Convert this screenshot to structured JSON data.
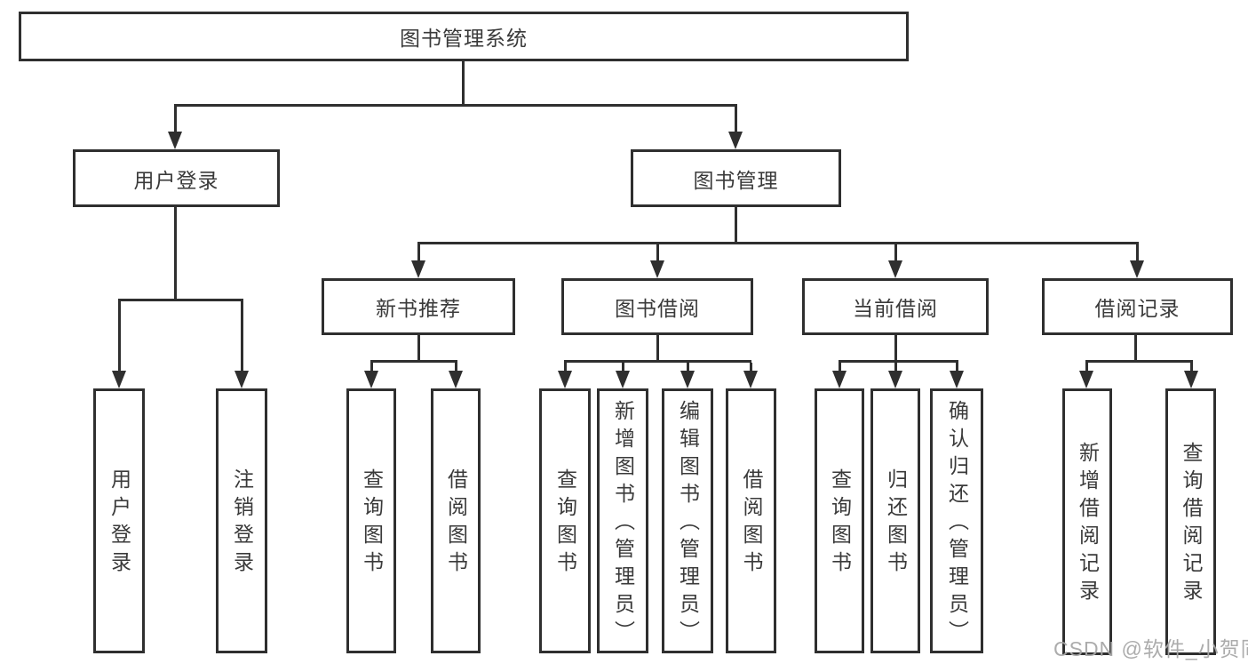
{
  "tree": {
    "label": "图书管理系统",
    "children": [
      {
        "label": "用户登录",
        "children": [
          {
            "label": "用户登录"
          },
          {
            "label": "注销登录"
          }
        ]
      },
      {
        "label": "图书管理",
        "children": [
          {
            "label": "新书推荐",
            "children": [
              {
                "label": "查询图书"
              },
              {
                "label": "借阅图书"
              }
            ]
          },
          {
            "label": "图书借阅",
            "children": [
              {
                "label": "查询图书"
              },
              {
                "label": "新增图书（管理员）"
              },
              {
                "label": "编辑图书（管理员）"
              },
              {
                "label": "借阅图书"
              }
            ]
          },
          {
            "label": "当前借阅",
            "children": [
              {
                "label": "查询图书"
              },
              {
                "label": "归还图书"
              },
              {
                "label": "确认归还（管理员）"
              }
            ]
          },
          {
            "label": "借阅记录",
            "children": [
              {
                "label": "新增借阅记录"
              },
              {
                "label": "查询借阅记录"
              }
            ]
          }
        ]
      }
    ]
  },
  "watermark": {
    "text": "CSDN @软件_小贺同学"
  },
  "colors": {
    "line": "#2f2f2f",
    "text": "#3a3a3a",
    "background": "#ffffff",
    "watermark": "#a8a8a8"
  }
}
